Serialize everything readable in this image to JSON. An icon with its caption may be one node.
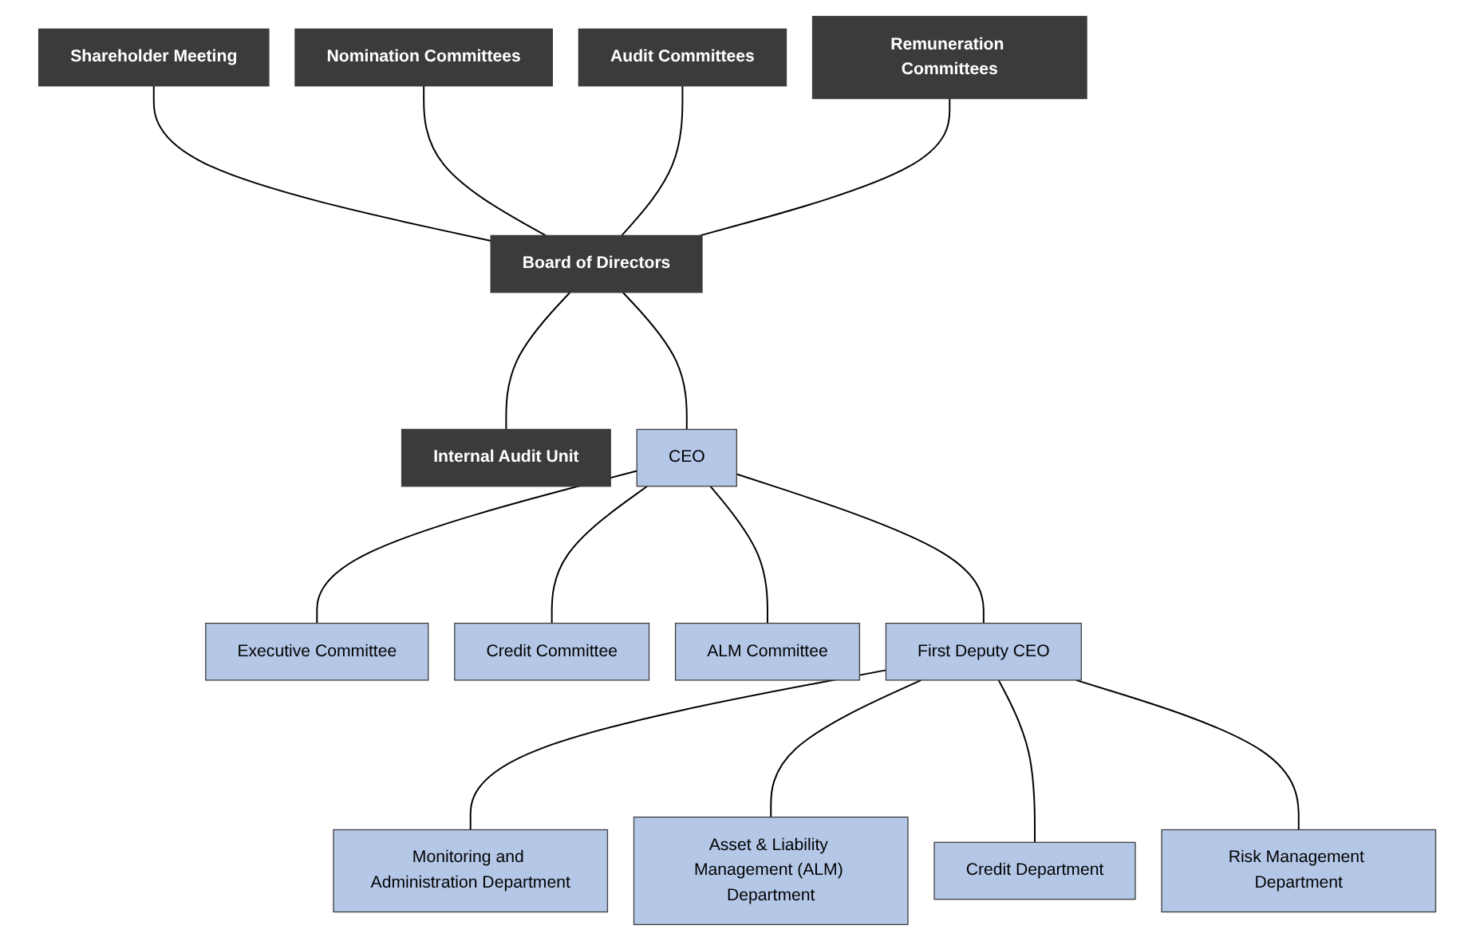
{
  "diagram": {
    "nodes": [
      {
        "text": [
          "Shareholder Meeting"
        ]
      },
      {
        "text": [
          "Nomination Committees"
        ]
      },
      {
        "text": [
          "Audit Committees"
        ]
      },
      {
        "text": [
          "Remuneration Committees"
        ]
      },
      {
        "text": [
          "Board of Directors"
        ]
      },
      {
        "text": [
          "Internal Audit Unit"
        ]
      },
      {
        "text": [
          "Executive Committee"
        ]
      },
      {
        "text": [
          "CEO"
        ]
      },
      {
        "text": [
          "Credit Committee"
        ]
      },
      {
        "text": [
          "ALM Committee"
        ]
      },
      {
        "text": [
          "First Deputy CEO"
        ]
      },
      {
        "text": [
          "Monitoring and Administration Department"
        ]
      },
      {
        "text": [
          "Asset & Liability Management (ALM) Department"
        ]
      },
      {
        "text": [
          "Credit Department"
        ]
      },
      {
        "text": [
          "Risk Management Department"
        ]
      }
    ],
    "edges": [
      {
        "from": 0,
        "to": 4,
        "arrow": "none"
      },
      {
        "from": 1,
        "to": 4,
        "arrow": "none"
      },
      {
        "from": 2,
        "to": 4,
        "arrow": "none"
      },
      {
        "from": 3,
        "to": 4,
        "arrow": "none"
      },
      {
        "from": 4,
        "to": 5,
        "arrow": "none"
      },
      {
        "from": 4,
        "to": 7,
        "arrow": "none"
      },
      {
        "from": 7,
        "to": 6,
        "arrow": "none"
      },
      {
        "from": 7,
        "to": 8,
        "arrow": "none"
      },
      {
        "from": 7,
        "to": 9,
        "arrow": "none"
      },
      {
        "from": 7,
        "to": 10,
        "arrow": "none"
      },
      {
        "from": 10,
        "to": 11,
        "arrow": "none"
      },
      {
        "from": 10,
        "to": 12,
        "arrow": "none"
      },
      {
        "from": 10,
        "to": 13,
        "arrow": "none"
      },
      {
        "from": 10,
        "to": 14,
        "arrow": "none"
      }
    ]
  }
}
